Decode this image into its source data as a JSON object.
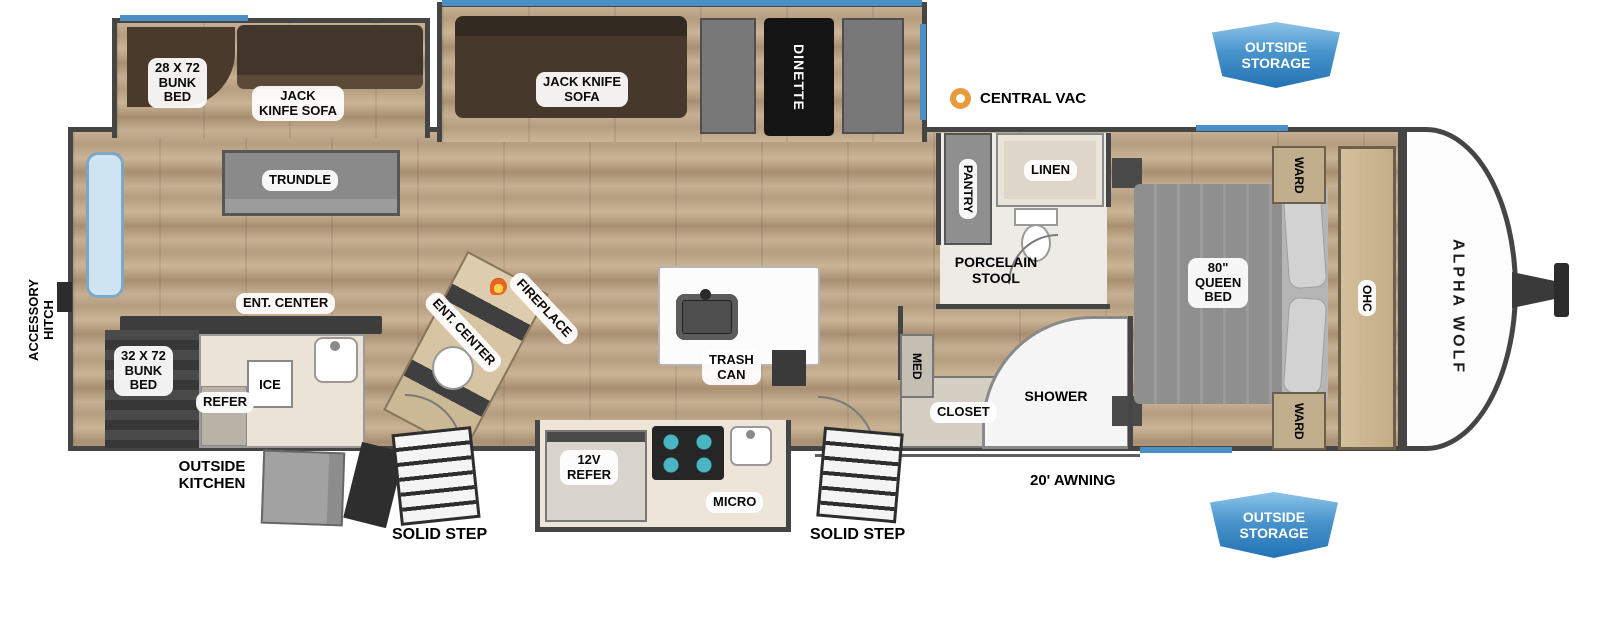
{
  "brand": "ALPHA WOLF",
  "exterior": {
    "outside_storage_top": "OUTSIDE\nSTORAGE",
    "outside_storage_bottom": "OUTSIDE\nSTORAGE",
    "central_vac": "CENTRAL VAC",
    "accessory_hitch": "ACCESSORY\nHITCH",
    "outside_kitchen": "OUTSIDE\nKITCHEN",
    "solid_step_left": "SOLID STEP",
    "solid_step_right": "SOLID STEP",
    "awning": "20' AWNING"
  },
  "bunk_room": {
    "bunk_bed_28": "28 X 72\nBUNK\nBED",
    "jack_knife_sofa": "JACK\nKINFE SOFA",
    "trundle": "TRUNDLE",
    "ent_center": "ENT. CENTER",
    "bunk_bed_32": "32 X 72\nBUNK\nBED",
    "refer": "REFER",
    "ice": "ICE"
  },
  "living_area": {
    "jack_knife_sofa": "JACK KNIFE\nSOFA",
    "dinette": "DINETTE",
    "ent_center": "ENT. CENTER",
    "fireplace": "FIREPLACE",
    "trash_can": "TRASH\nCAN"
  },
  "kitchen": {
    "refer_12v": "12V\nREFER",
    "micro": "MICRO"
  },
  "bathroom": {
    "pantry": "PANTRY",
    "linen": "LINEN",
    "porcelain_stool": "PORCELAIN\nSTOOL",
    "med": "MED",
    "closet": "CLOSET",
    "shower": "SHOWER"
  },
  "bedroom": {
    "queen_bed": "80\"\nQUEEN\nBED",
    "ward_front_top": "WARD",
    "ward_front_bottom": "WARD",
    "ohc": "OHC"
  },
  "colors": {
    "wall": "#454545",
    "accent_blue": "#4a90c7",
    "badge_blue": "#2272b4",
    "vac_orange": "#e89a3c"
  }
}
